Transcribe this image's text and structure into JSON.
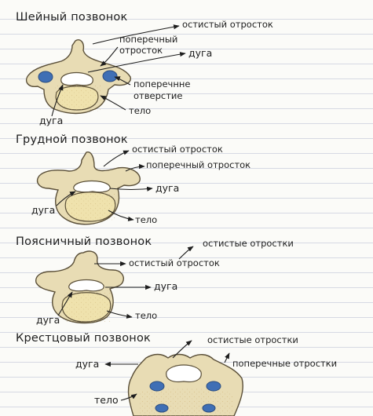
{
  "sections": [
    {
      "title": "Шейный позвонок",
      "labels": {
        "spinous": "остистый отросток",
        "transverse_1": "поперечный",
        "transverse_2": "отросток",
        "arch_right": "дуга",
        "foramen_1": "поперечнне",
        "foramen_2": "отверстие",
        "body": "тело",
        "arch_left": "дуга"
      }
    },
    {
      "title": "Грудной позвонок",
      "labels": {
        "spinous": "остистый отросток",
        "transverse": "поперечный отросток",
        "arch_right": "дуга",
        "arch_left": "дуга",
        "body": "тело"
      }
    },
    {
      "title": "Поясничный позвонок",
      "labels": {
        "spinous_plural": "остистые отростки",
        "spinous": "остистый отросток",
        "arch_right": "дуга",
        "arch_left": "дуга",
        "body": "тело"
      }
    },
    {
      "title": "Крестцовый позвонок",
      "labels": {
        "spinous_plural": "остистые отростки",
        "arch": "дуга",
        "transverse_plural": "поперечные отростки",
        "body": "тело"
      }
    }
  ],
  "colors": {
    "bone": "#e8dcb4",
    "bone_shadow": "#c9b889",
    "body_fill": "#efe2ad",
    "foramen_blue": "#3f6fb5",
    "outline": "#5a4f38",
    "ruled_line": "#d6d9e3"
  }
}
